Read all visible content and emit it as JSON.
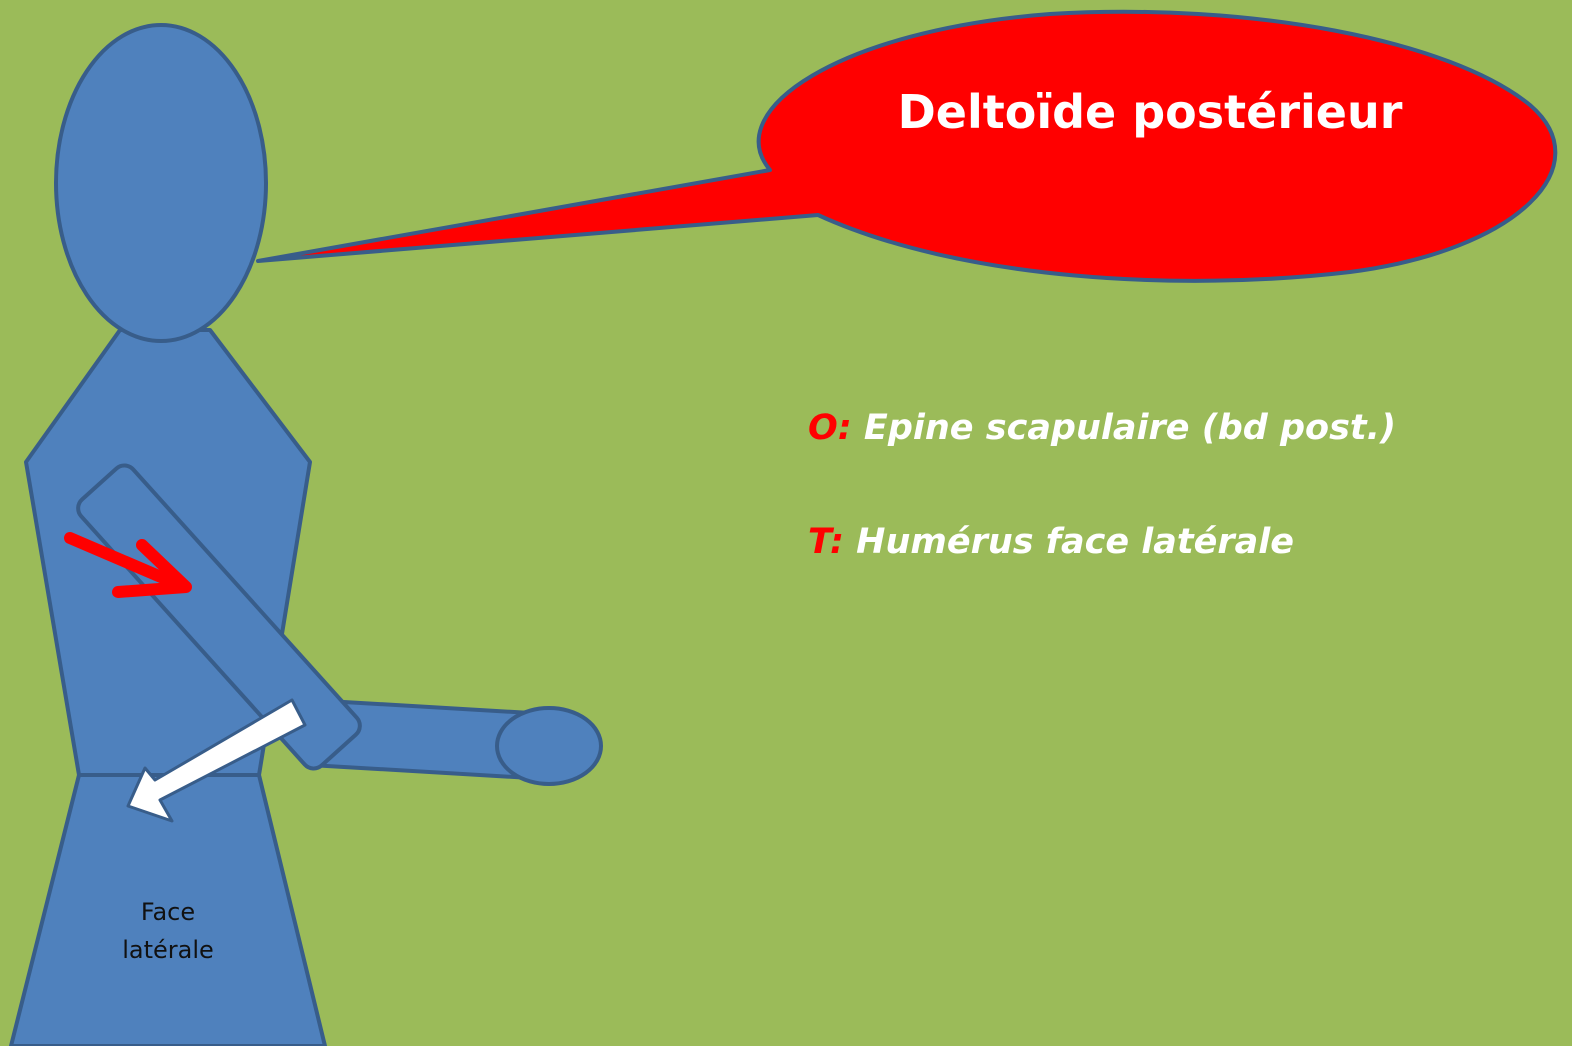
{
  "title": "Deltoïde postérieur",
  "origin": {
    "key": "O:",
    "text": " Epine scapulaire  (bd post.)"
  },
  "terminus": {
    "key": "T:",
    "text": " Humérus face latérale"
  },
  "body_label": {
    "line1": "Face",
    "line2": "latérale"
  },
  "colors": {
    "background": "#9bbb59",
    "figure_fill": "#4f81bd",
    "figure_stroke": "#385d8a",
    "bubble_fill": "#ff0000",
    "arrow_red": "#ff0000",
    "arrow_white": "#ffffff"
  }
}
